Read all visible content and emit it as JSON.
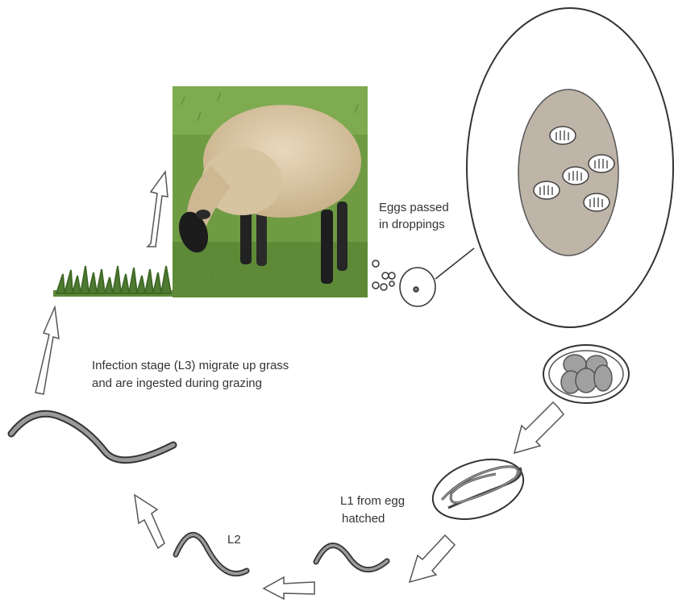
{
  "labels": {
    "eggs_line1": "Eggs passed",
    "eggs_line2": "in droppings",
    "infection_line1": "Infection stage (L3) migrate up grass",
    "infection_line2": "and are ingested during grazing",
    "l1_line1": "L1 from egg",
    "l1_line2": "hatched",
    "l2": "L2"
  },
  "colors": {
    "egg_interior": "#bfb4a8",
    "larva_fill": "#9a9a9a",
    "egg_cell": "#a0a0a0",
    "grass": "#4f7a32"
  },
  "icons": {
    "host": "sheep-grazing-image",
    "magnified_egg": "magnified-egg-icon",
    "developing_egg": "developing-egg-icon",
    "larva_in_egg": "larva-in-egg-icon"
  }
}
